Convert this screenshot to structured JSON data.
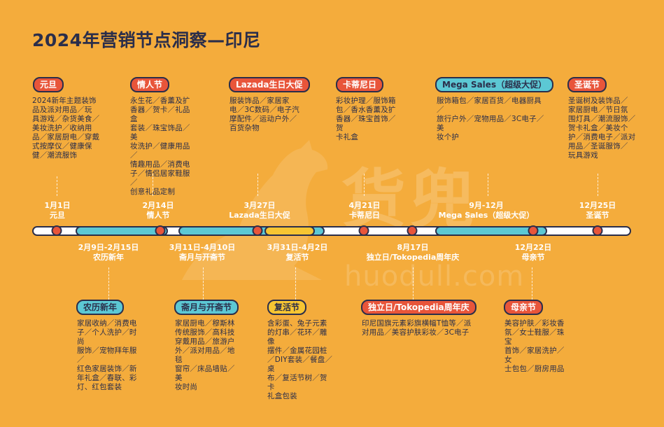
{
  "title": "2024年营销节点洞察—印尼",
  "watermark": {
    "main": "货兜",
    "sub": "huodull.com"
  },
  "top_events": [
    {
      "tag": "元旦",
      "date": "1月1日",
      "name": "元旦",
      "desc": [
        "2024新年主题装饰",
        "品及派对用品／玩",
        "具游戏／杂货美食／",
        "美妆洗护／收纳用",
        "品／家居厨电／穿戴",
        "式按摩仪／健康保",
        "健／潮流服饰"
      ]
    },
    {
      "tag": "情人节",
      "date": "2月14日",
      "name": "情人节",
      "desc": [
        "永生花／香薰及扩",
        "香器／贺卡／礼品盒",
        "套装／珠宝饰品／美",
        "妆洗护／健康用品／",
        "情趣用品／消费电",
        "子／情侣居家鞋服／",
        "创意礼品定制"
      ]
    },
    {
      "tag": "Lazada生日大促",
      "date": "3月27日",
      "name": "Lazada生日大促",
      "desc": [
        "服装饰品／家居家",
        "电／3C数码／电子汽",
        "摩配件／运动户外／",
        "百货杂物"
      ]
    },
    {
      "tag": "卡蒂尼日",
      "date": "4月21日",
      "name": "卡蒂尼日",
      "desc": [
        "彩妆护理／服饰箱",
        "包／香水香薰及扩",
        "香器／珠宝首饰／贺",
        "卡礼盒"
      ]
    },
    {
      "tag": "Mega Sales（超级大促）",
      "date": "9月-12月",
      "name": "Mega Sales（超级大促）",
      "desc": [
        "服饰箱包／家居百货／电器厨具／",
        "旅行户外／宠物用品／3C电子／美",
        "妆个护"
      ]
    },
    {
      "tag": "圣诞节",
      "date": "12月25日",
      "name": "圣诞节",
      "desc": [
        "圣诞树及装饰品／",
        "家居厨电／节日氛",
        "围灯具／潮流服饰／",
        "贺卡礼盒／美妆个",
        "护／消费电子／派对",
        "用品／圣诞服饰／",
        "玩具游戏"
      ]
    }
  ],
  "bottom_events": [
    {
      "tag": "农历新年",
      "date": "2月9日-2月15日",
      "name": "农历新年",
      "desc": [
        "家居收纳／消费电",
        "子／个人洗护／时尚",
        "服饰／宠物拜年服／",
        "红色家居装饰／新",
        "年礼盒／春联、彩",
        "灯、红包套装"
      ]
    },
    {
      "tag": "斋月与开斋节",
      "date": "3月11日-4月10日",
      "name": "斋月与开斋节",
      "desc": [
        "家居厨电／穆斯林",
        "传统服饰／高科技",
        "穿戴用品／旅游户",
        "外／派对用品／地毯",
        "窗帘／床品墙贴／美",
        "妆时尚"
      ]
    },
    {
      "tag": "复活节",
      "date": "3月31日-4月2日",
      "name": "复活节",
      "desc": [
        "含彩蛋、兔子元素",
        "的灯串／花环／雕像",
        "摆件／金属花园桩",
        "／DIY套装／餐盘／桌",
        "布／复活节树／贺卡",
        "礼盒包装"
      ]
    },
    {
      "tag": "独立日/Tokopedia周年庆",
      "date": "8月17日",
      "name": "独立日/Tokopedia周年庆",
      "desc": [
        "印尼国旗元素彩旗横幅T恤等／派",
        "对用品／美容护肤彩妆／3C电子"
      ]
    },
    {
      "tag": "母亲节",
      "date": "12月22日",
      "name": "母亲节",
      "desc": [
        "美容护肤／彩妆香",
        "氛／女士鞋服／珠宝",
        "首饰／家居洗护／女",
        "士包包／厨房用品"
      ]
    }
  ],
  "colors": {
    "background": "#F4AC3C",
    "navy": "#2B2E4A",
    "red": "#E8553A",
    "blue": "#5CC8D4",
    "yellow": "#F7C532"
  }
}
